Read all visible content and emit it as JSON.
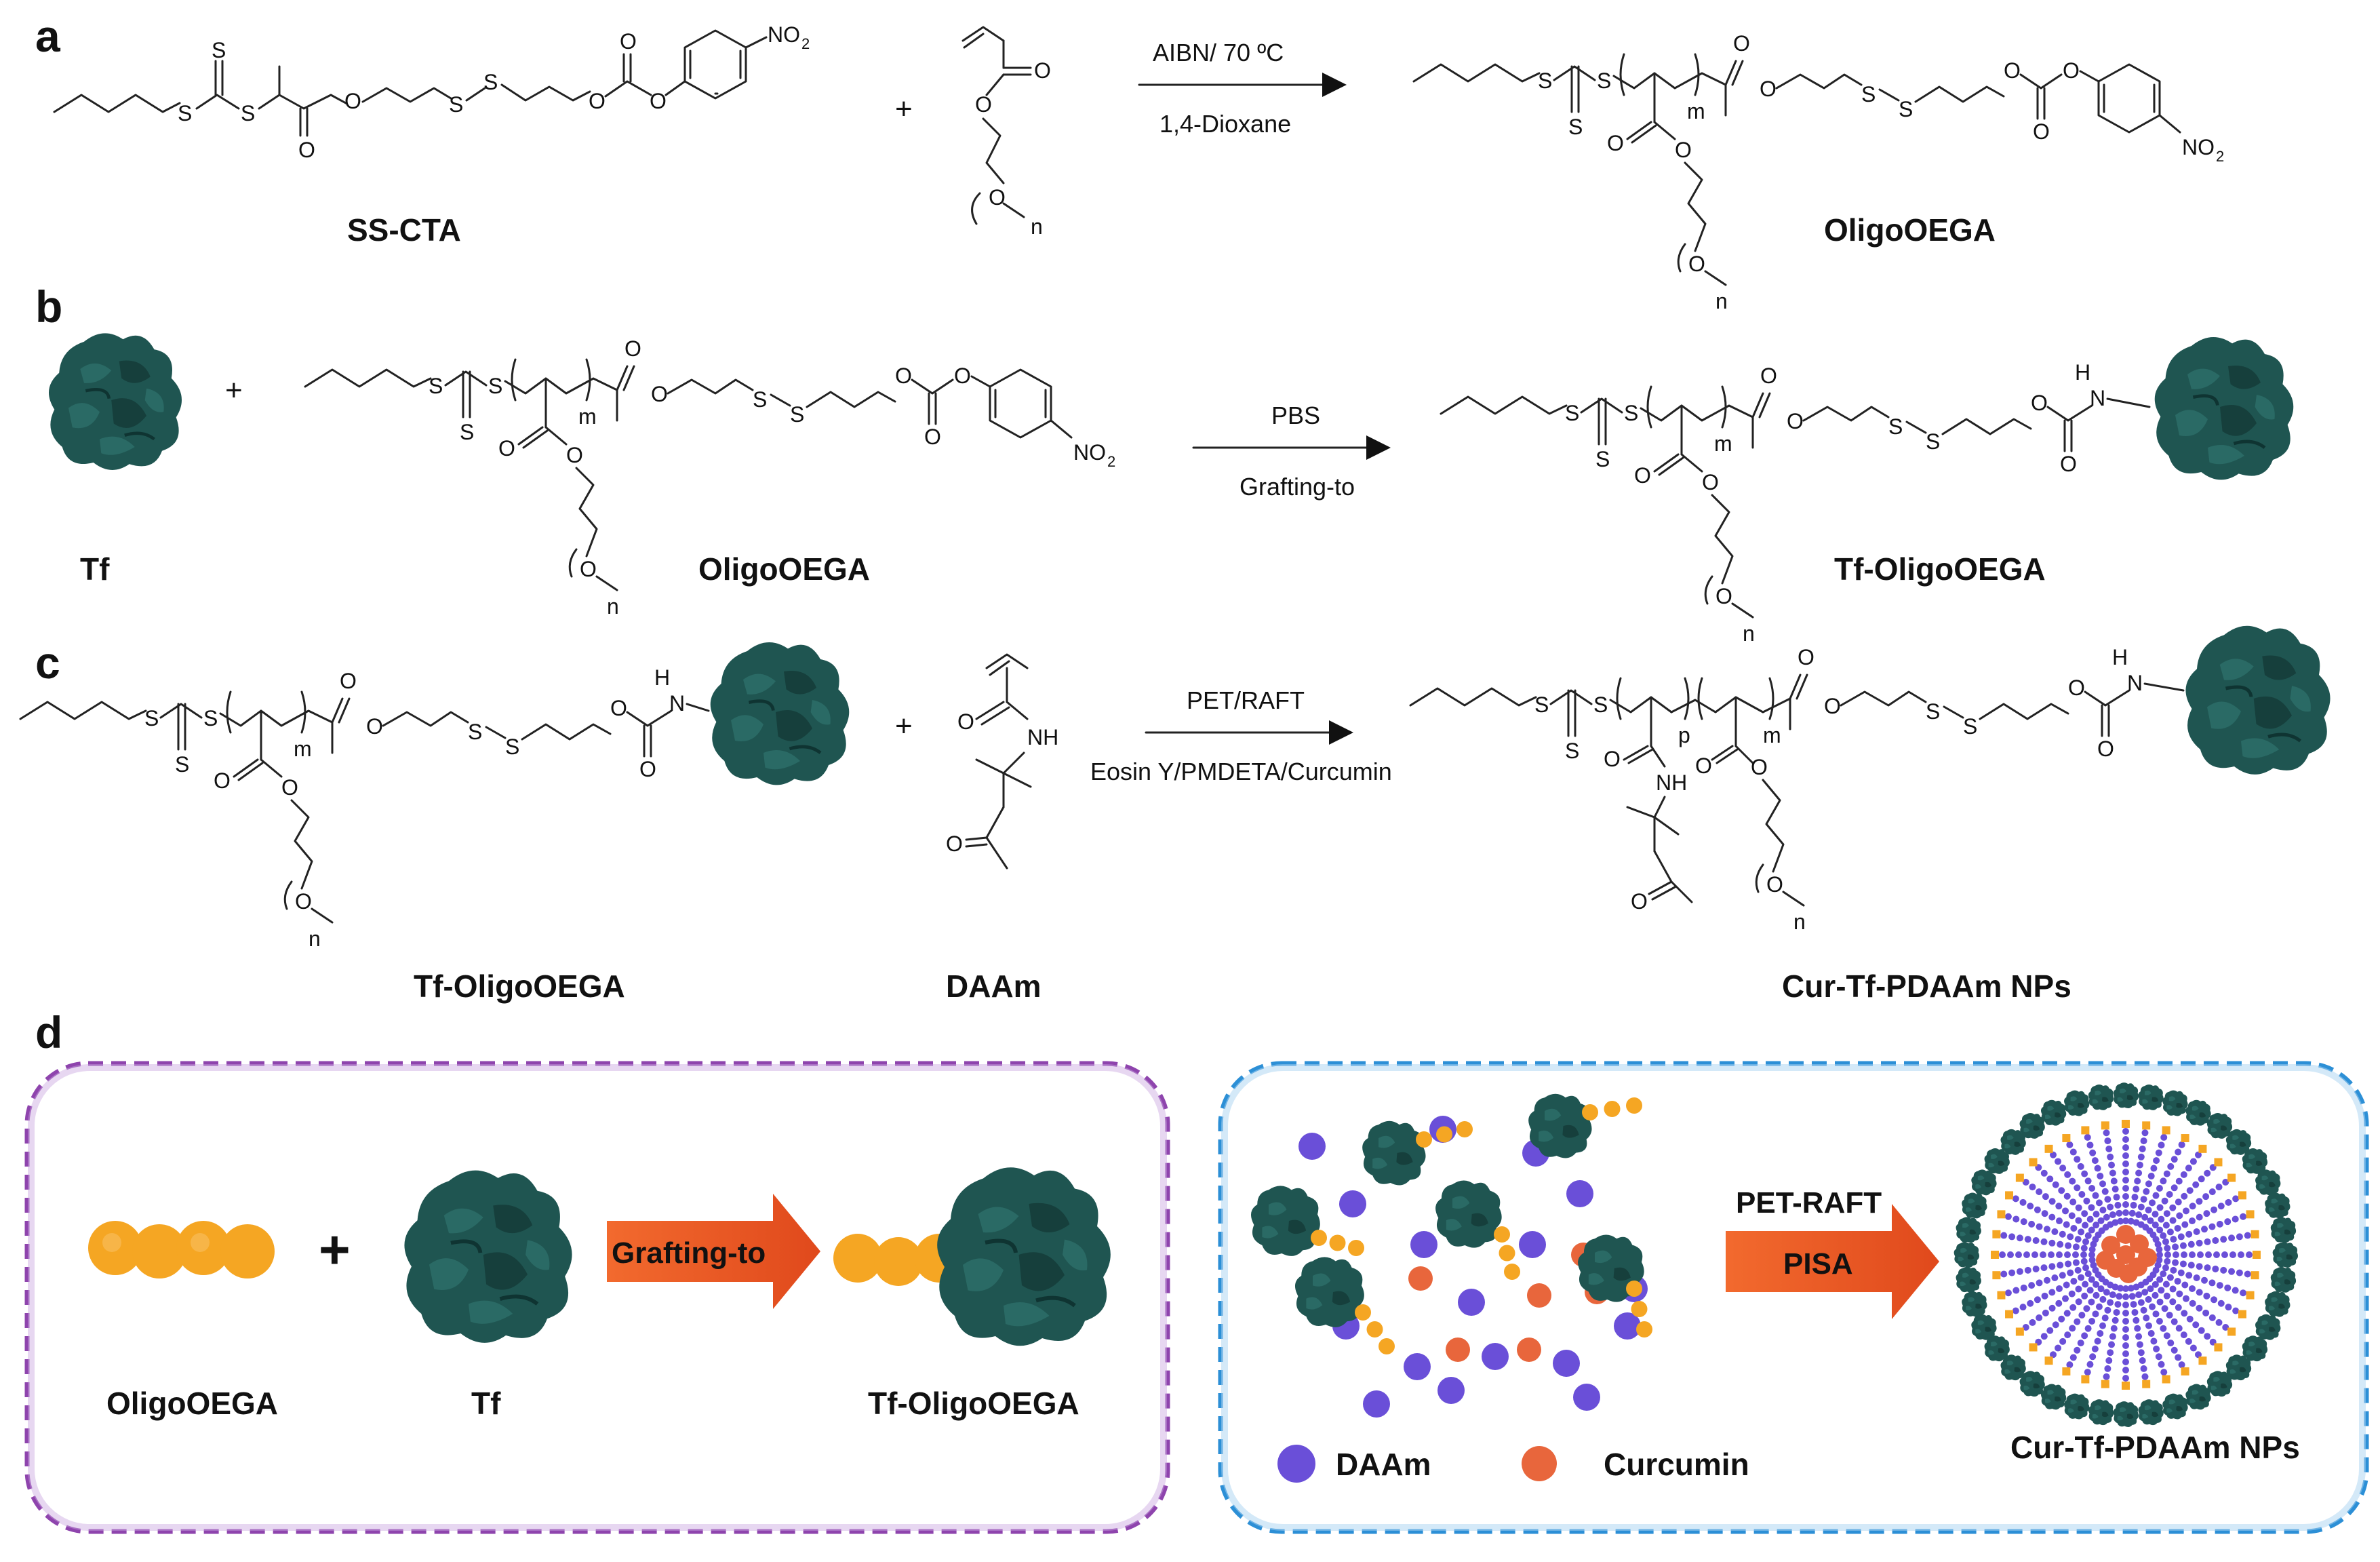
{
  "panels": {
    "a": {
      "letter": "a",
      "reactant1": "SS-CTA",
      "product": "OligoOEGA",
      "conditions_top": "AIBN/ 70 ºC",
      "conditions_bottom": "1,4-Dioxane"
    },
    "b": {
      "letter": "b",
      "protein": "Tf",
      "reactant2": "OligoOEGA",
      "product": "Tf-OligoOEGA",
      "conditions_top": "PBS",
      "conditions_bottom": "Grafting-to"
    },
    "c": {
      "letter": "c",
      "reactant1": "Tf-OligoOEGA",
      "reactant2": "DAAm",
      "product": "Cur-Tf-PDAAm NPs",
      "conditions_top": "PET/RAFT",
      "conditions_bottom": "Eosin Y/PMDETA/Curcumin"
    },
    "d": {
      "letter": "d",
      "left_box": {
        "item1": "OligoOEGA",
        "item2": "Tf",
        "arrow_label": "Grafting-to",
        "product": "Tf-OligoOEGA",
        "border_color": "#8e44ad"
      },
      "right_box": {
        "arrow_top": "PET-RAFT",
        "arrow_label": "PISA",
        "legend_daam": "DAAm",
        "legend_curcumin": "Curcumin",
        "product": "Cur-Tf-PDAAm NPs",
        "border_color": "#2c8fd6"
      }
    }
  },
  "atoms": {
    "S": "S",
    "O": "O",
    "NO": "NO",
    "two": "2",
    "N": "N",
    "H": "H",
    "NH": "NH",
    "m": "m",
    "n": "n",
    "p": "p",
    "plus": "+"
  },
  "colors": {
    "protein": "#1f5551",
    "protein_dark": "#133d3a",
    "oega": "#f5a623",
    "daam": "#6a4fd8",
    "curcumin": "#e8663c",
    "arrow": "#ec5a24"
  }
}
